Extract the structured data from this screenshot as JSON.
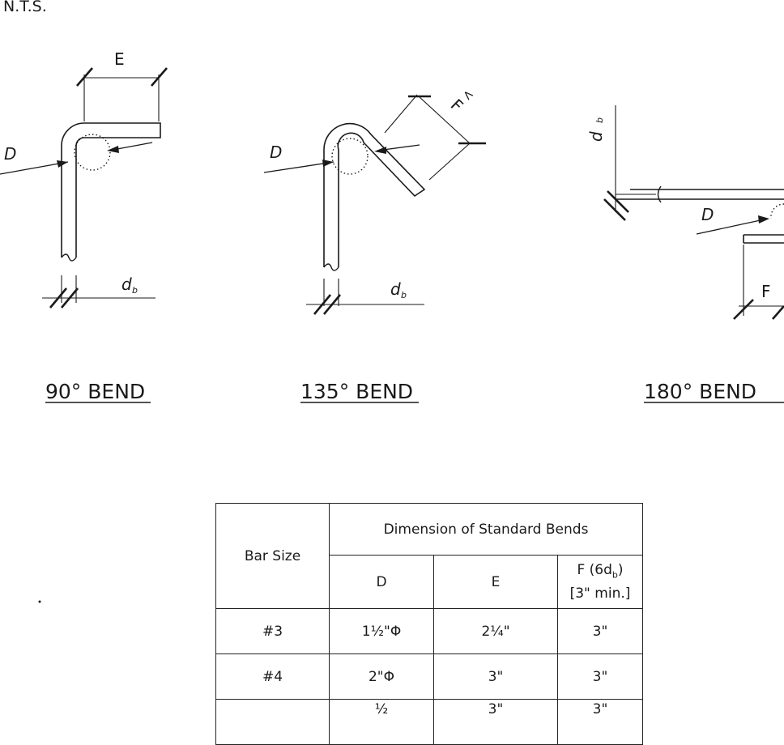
{
  "drawing": {
    "scale_note": "N.T.S.",
    "labels": {
      "E": "E",
      "F": "F",
      "D": "D",
      "d": "d",
      "b": "b"
    },
    "captions": {
      "bend90": "90° BEND",
      "bend135": "135° BEND",
      "bend180": "180° BEND"
    }
  },
  "table": {
    "corner_header": "Bar Size",
    "group_header": "Dimension of Standard Bends",
    "col_D": "D",
    "col_E": "E",
    "col_F_line1": "F (6d",
    "col_F_sub": "b",
    "col_F_close": ")",
    "col_F_line2": "[3\" min.]",
    "rows": [
      {
        "bar": "#3",
        "D": "1½\"Φ",
        "E": "2¼\"",
        "F": "3\""
      },
      {
        "bar": "#4",
        "D": "2\"Φ",
        "E": "3\"",
        "F": "3\""
      },
      {
        "bar": "",
        "D": "½",
        "E": "3\"",
        "F": "3\""
      }
    ]
  }
}
